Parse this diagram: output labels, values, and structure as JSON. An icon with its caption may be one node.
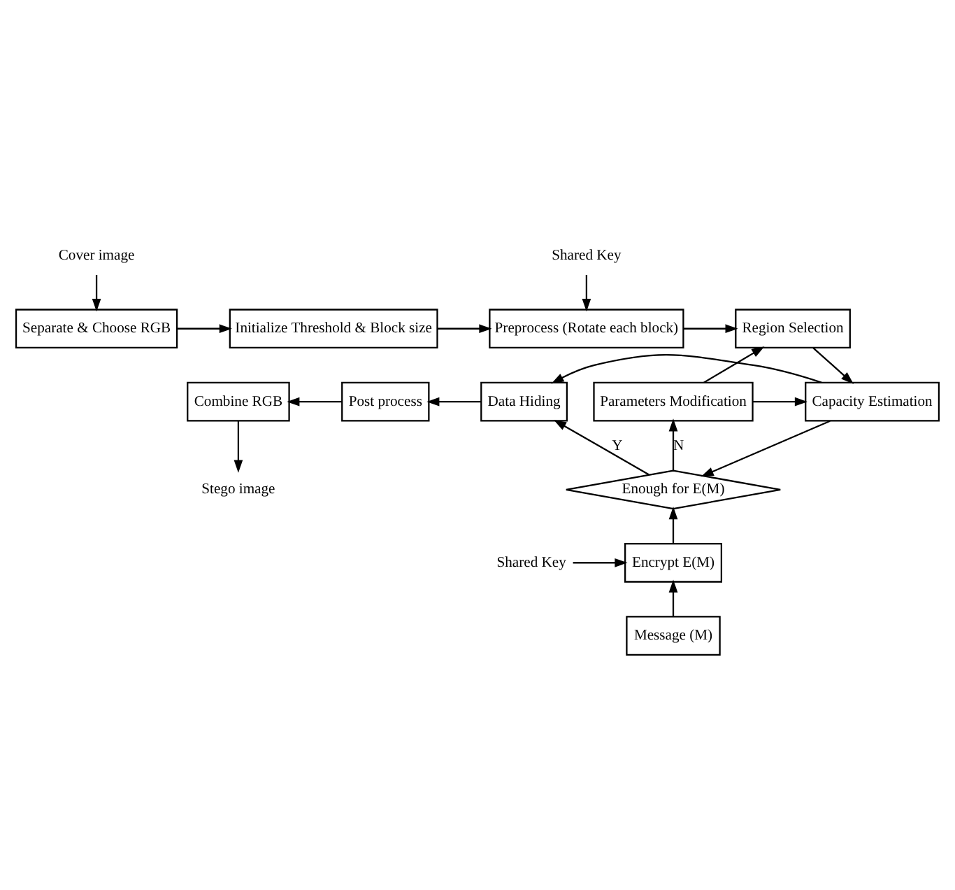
{
  "diagram": {
    "nodes": [
      {
        "text": [
          "Cover image"
        ]
      },
      {
        "text": [
          "Separate & Choose RGB"
        ]
      },
      {
        "text": [
          "Initialize Threshold & Block size"
        ]
      },
      {
        "text": [
          "Shared Key"
        ]
      },
      {
        "text": [
          "Preprocess (Rotate each block)"
        ]
      },
      {
        "text": [
          "Region Selection"
        ]
      },
      {
        "text": [
          "Combine RGB"
        ]
      },
      {
        "text": [
          "Post process"
        ]
      },
      {
        "text": [
          "Data Hiding"
        ]
      },
      {
        "text": [
          "Capacity Estimation"
        ]
      },
      {
        "text": [
          "Parameters Modification"
        ]
      },
      {
        "text": [
          "Stego image"
        ]
      },
      {
        "text": [
          "Enough for E(M)"
        ]
      },
      {
        "text": [
          "Shared Key"
        ]
      },
      {
        "text": [
          "Encrypt E(M)"
        ]
      },
      {
        "text": [
          "Message (M)"
        ]
      }
    ],
    "edges": [
      {
        "from": 0,
        "to": 1,
        "arrow": "to"
      },
      {
        "from": 1,
        "to": 2,
        "arrow": "to"
      },
      {
        "from": 3,
        "to": 4,
        "arrow": "to"
      },
      {
        "from": 2,
        "to": 4,
        "arrow": "to"
      },
      {
        "from": 4,
        "to": 5,
        "arrow": "to"
      },
      {
        "from": 5,
        "to": 9,
        "arrow": "to"
      },
      {
        "from": 10,
        "to": 5,
        "arrow": "to"
      },
      {
        "from": 10,
        "to": 9,
        "arrow": "to"
      },
      {
        "from": 9,
        "to": 8,
        "arrow": "to"
      },
      {
        "from": 8,
        "to": 7,
        "arrow": "to"
      },
      {
        "from": 7,
        "to": 6,
        "arrow": "to"
      },
      {
        "from": 6,
        "to": 11,
        "arrow": "to"
      },
      {
        "from": 9,
        "to": 12,
        "arrow": "to"
      },
      {
        "from": 12,
        "to": 8,
        "arrow": "to",
        "label": "Y"
      },
      {
        "from": 12,
        "to": 10,
        "arrow": "to",
        "label": "N"
      },
      {
        "from": 13,
        "to": 14,
        "arrow": "to"
      },
      {
        "from": 15,
        "to": 14,
        "arrow": "to"
      },
      {
        "from": 14,
        "to": 12,
        "arrow": "to"
      }
    ]
  }
}
